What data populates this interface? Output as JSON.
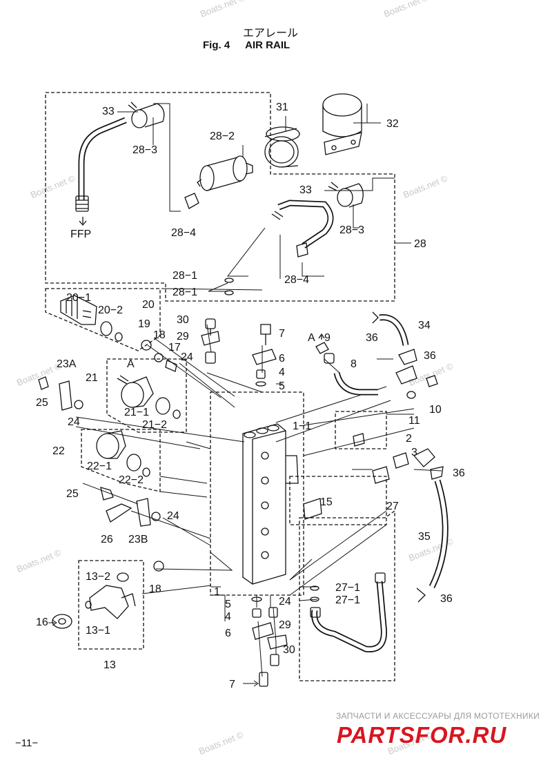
{
  "title": {
    "jp": "エアレール",
    "fig": "Fig. 4",
    "name": "AIR RAIL"
  },
  "labels": {
    "p1": "1",
    "p1_1": "1−1",
    "p2": "2",
    "p3": "3",
    "p4a": "4",
    "p4b": "4",
    "p5a": "5",
    "p5b": "5",
    "p6a": "6",
    "p6b": "6",
    "p7a": "7",
    "p7b": "7",
    "p8": "8",
    "p9": "9",
    "p10": "10",
    "p11": "11",
    "p13": "13",
    "p13_1": "13−1",
    "p13_2": "13−2",
    "p15": "15",
    "p16": "16",
    "p17": "17",
    "p18a": "18",
    "p18b": "18",
    "p19": "19",
    "p20": "20",
    "p20_1": "20−1",
    "p20_2": "20−2",
    "p21": "21",
    "p21_1": "21−1",
    "p21_2": "21−2",
    "p22": "22",
    "p22_1": "22−1",
    "p22_2": "22−2",
    "p23a": "23A",
    "p23b": "23B",
    "p24a": "24",
    "p24b": "24",
    "p24c": "24",
    "p24d": "24",
    "p25a": "25",
    "p25b": "25",
    "p26": "26",
    "p27": "27",
    "p27_1a": "27−1",
    "p27_1b": "27−1",
    "p28": "28",
    "p28_1a": "28−1",
    "p28_1b": "28−1",
    "p28_2": "28−2",
    "p28_3a": "28−3",
    "p28_3b": "28−3",
    "p28_4a": "28−4",
    "p28_4b": "28−4",
    "p29a": "29",
    "p29b": "29",
    "p30a": "30",
    "p30b": "30",
    "p31": "31",
    "p32": "32",
    "p33a": "33",
    "p33b": "33",
    "p34": "34",
    "p35": "35",
    "p36a": "36",
    "p36b": "36",
    "p36c": "36",
    "p36d": "36",
    "ffp": "FFP",
    "arrowA1": "A",
    "arrowA2": "A"
  },
  "watermark": "Boats.net ©",
  "brand": {
    "tagline": "ЗАПЧАСТИ И АКСЕССУАРЫ ДЛЯ МОТОТЕХНИКИ",
    "logo": "PARTSFOR.RU"
  },
  "page_number": "−11−"
}
